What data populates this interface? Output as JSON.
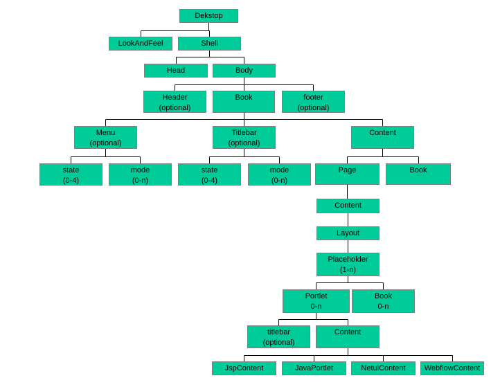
{
  "diagram": {
    "type": "tree",
    "colors": {
      "node_fill": "#00cc99",
      "node_border": "#7f7f7f",
      "connector": "#000000",
      "background": "#ffffff"
    }
  },
  "nodes": {
    "dekstop": "Dekstop",
    "lookandfeel": "LookAndFeel",
    "shell": "Shell",
    "head": "Head",
    "body": "Body",
    "header_optional": "Header\n(optional)",
    "book_body": "Book",
    "footer_optional": "footer\n(optional)",
    "menu_optional": "Menu\n(optional)",
    "titlebar_optional": "Titlebar\n(optional)",
    "content_book": "Content",
    "menu_state": "state\n(0-4)",
    "menu_mode": "mode\n(0-n)",
    "titlebar_state": "state\n(0-4)",
    "titlebar_mode": "mode\n(0-n)",
    "page": "Page",
    "book_under_content": "Book",
    "content_page": "Content",
    "layout": "Layout",
    "placeholder": "Placeholder\n(1-n)",
    "portlet": "Portlet\n0-n",
    "book_placeholder": "Book\n0-n",
    "titlebar_portlet": "titlebar\n(optional)",
    "content_portlet": "Content",
    "jspcontent": "JspContent",
    "javaportlet": "JavaPortlet",
    "netuicontent": "NetuiContent",
    "webflowcontent": "WebflowContent"
  },
  "hierarchy": {
    "dekstop": [
      "lookandfeel",
      "shell"
    ],
    "shell": [
      "head",
      "body"
    ],
    "body": [
      "header_optional",
      "book_body",
      "footer_optional"
    ],
    "book_body": [
      "menu_optional",
      "titlebar_optional",
      "content_book"
    ],
    "menu_optional": [
      "menu_state",
      "menu_mode"
    ],
    "titlebar_optional": [
      "titlebar_state",
      "titlebar_mode"
    ],
    "content_book": [
      "page",
      "book_under_content"
    ],
    "page": [
      "content_page"
    ],
    "content_page": [
      "layout"
    ],
    "layout": [
      "placeholder"
    ],
    "placeholder": [
      "portlet",
      "book_placeholder"
    ],
    "portlet": [
      "titlebar_portlet",
      "content_portlet"
    ],
    "content_portlet": [
      "jspcontent",
      "javaportlet",
      "netuicontent",
      "webflowcontent"
    ]
  }
}
